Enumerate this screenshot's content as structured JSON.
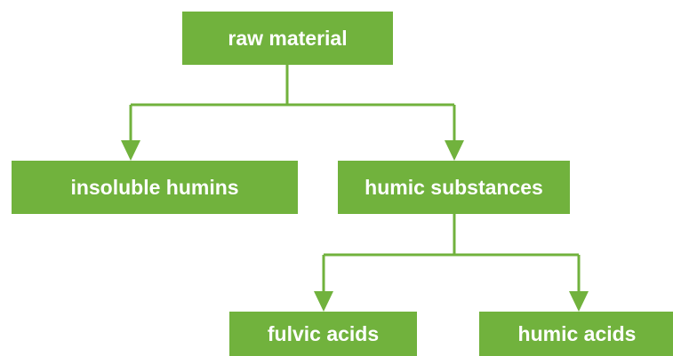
{
  "diagram": {
    "colors": {
      "node_fill": "#71b23d",
      "connector": "#71b23d",
      "node_text": "#ffffff"
    },
    "nodes": {
      "raw_material": "raw material",
      "insoluble_humins": "insoluble humins",
      "humic_substances": "humic substances",
      "fulvic_acids": "fulvic acids",
      "humic_acids": "humic acids"
    }
  }
}
